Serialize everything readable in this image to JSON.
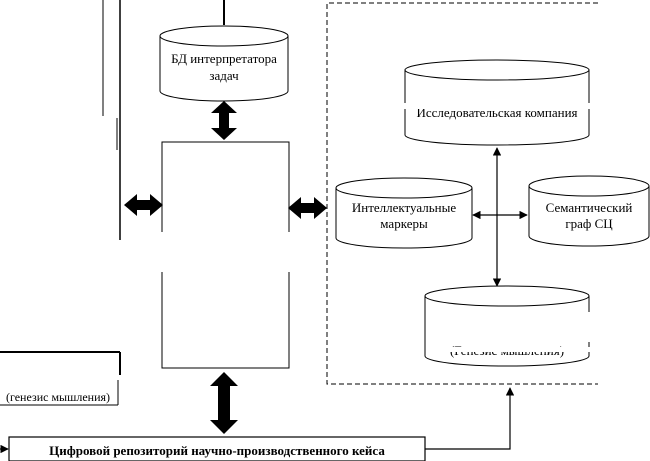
{
  "nodes": {
    "db_interpreter": {
      "line1": "БД интерпретатора",
      "line2": "задач"
    },
    "intellectual_markers": {
      "line1": "Интеллектуальные",
      "line2": "маркеры"
    },
    "semantic_graph": {
      "line1": "Семантический",
      "line2": "граф СЦ"
    },
    "top_cylinder": {
      "line2": "Исследовательская компания"
    },
    "bottom_cylinder": {
      "line3": "(Генезис мышления)"
    },
    "left_partial": {
      "line1": "(генезис мышления)"
    },
    "repository": {
      "label": "Цифровой репозиторий научно-производственного кейса"
    }
  },
  "colors": {
    "stroke": "#000000",
    "fill": "#ffffff"
  }
}
